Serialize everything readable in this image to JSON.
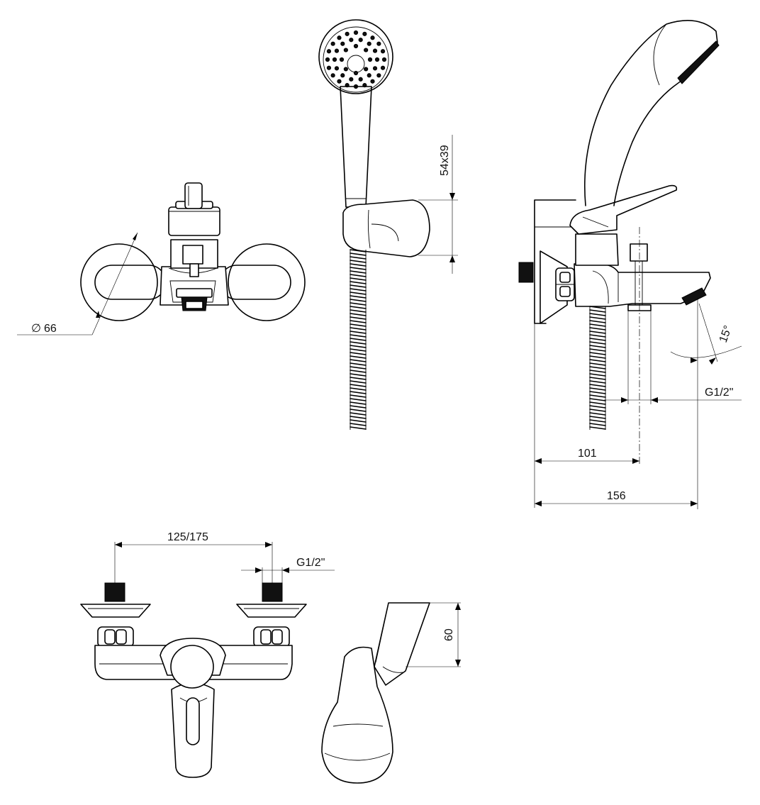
{
  "dimensions": {
    "diameter_symbol": "∅",
    "diameter": "66",
    "holder": "54x39",
    "angle": "15°",
    "thread_side": "G1/2\"",
    "depth_spout": "101",
    "depth_total": "156",
    "centers": "125/175",
    "thread_front": "G1/2\"",
    "handle_height": "60"
  }
}
